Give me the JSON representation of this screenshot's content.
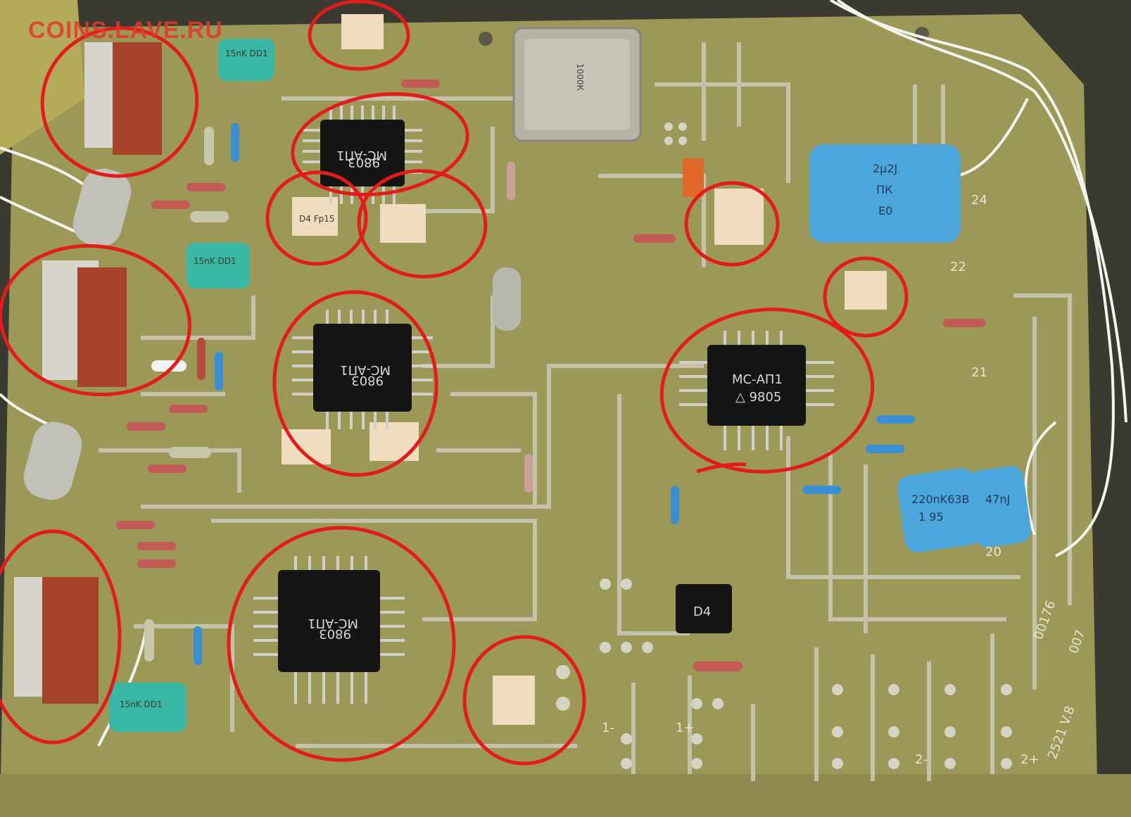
{
  "watermark": "COINS.LAVE.RU",
  "chips": [
    {
      "name": "ic-top",
      "line1": "МС-АП1",
      "line2": "9803"
    },
    {
      "name": "ic-middle",
      "line1": "МС-АП1",
      "line2": "9803"
    },
    {
      "name": "ic-bottom",
      "line1": "МС-АП1",
      "line2": "9803"
    },
    {
      "name": "ic-right",
      "line1": "МС-АП1",
      "line2": "△ 9805"
    }
  ],
  "capacitors": {
    "green": [
      "15nK DD1",
      "15nK DD1",
      "15nK DD1"
    ],
    "blue_large": [
      "2µ2J",
      "ПК",
      "E0"
    ],
    "blue_small": [
      "220nK63B",
      "1 95",
      "47nJ"
    ]
  },
  "resonator_label": "1000К",
  "ceramic_caps_label": "D4 Fp15",
  "small_chip_label": "D4",
  "board_marks": [
    "007",
    "00176",
    "2521 V.8",
    "24",
    "22",
    "21",
    "20",
    "1-",
    "1+",
    "2-",
    "2+"
  ],
  "colors": {
    "board": "#9c9858",
    "circle_markings": "#e41b1b",
    "chip": "#151515",
    "trace": "#c9c7b4"
  }
}
